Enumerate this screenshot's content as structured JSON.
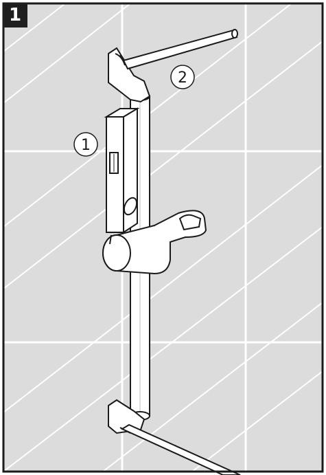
{
  "step_number": "1",
  "callouts": [
    {
      "id": "1",
      "label": "1"
    },
    {
      "id": "2",
      "label": "2"
    }
  ],
  "colors": {
    "tile": "#dcdcdc",
    "grout": "#ffffff",
    "line": "#1a1a1a",
    "part_fill": "#ffffff",
    "border": "#1a1a1a"
  }
}
